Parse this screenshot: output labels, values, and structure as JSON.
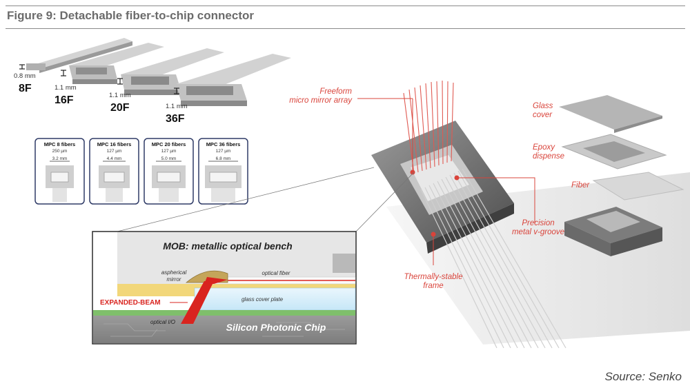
{
  "figure_title": "Figure 9: Detachable fiber-to-chip connector",
  "source": "Source: Senko",
  "connector_sizes": [
    {
      "thickness": "0.8 mm",
      "count": "8F"
    },
    {
      "thickness": "1.1 mm",
      "count": "16F"
    },
    {
      "thickness": "1.1 mm",
      "count": "20F"
    },
    {
      "thickness": "1.1 mm",
      "count": "36F"
    }
  ],
  "mpc_cards": [
    {
      "title": "MPC 8 fibers",
      "pitch": "250 µm",
      "width": "3.2 mm"
    },
    {
      "title": "MPC 16 fibers",
      "pitch": "127 µm",
      "width": "4.4 mm"
    },
    {
      "title": "MPC 20 fibers",
      "pitch": "127 µm",
      "width": "5.0 mm"
    },
    {
      "title": "MPC 36 fibers",
      "pitch": "127 µm",
      "width": "6.8 mm"
    }
  ],
  "cross_section": {
    "mob_title": "MOB: metallic optical bench",
    "mirror_label_1": "aspherical",
    "mirror_label_2": "mirror",
    "fiber_label": "optical fiber",
    "glass_label": "glass cover plate",
    "beam_label": "EXPANDED-BEAM",
    "io_label": "optical I/O",
    "chip_label": "Silicon Photonic Chip"
  },
  "callouts": {
    "mirror_array_1": "Freeform",
    "mirror_array_2": "micro mirror array",
    "frame_1": "Thermally-stable",
    "frame_2": "frame",
    "vgroove_1": "Precision",
    "vgroove_2": "metal v-groove",
    "glass_cover_1": "Glass",
    "glass_cover_2": "cover",
    "epoxy_1": "Epoxy",
    "epoxy_2": "dispense",
    "fiber": "Fiber"
  },
  "colors": {
    "accent_red": "#d9443b",
    "title_gray": "#6b6b6b",
    "card_border": "#2e3a66",
    "chip_gray": "#8c8c8c",
    "beam_red": "#d9241f"
  }
}
